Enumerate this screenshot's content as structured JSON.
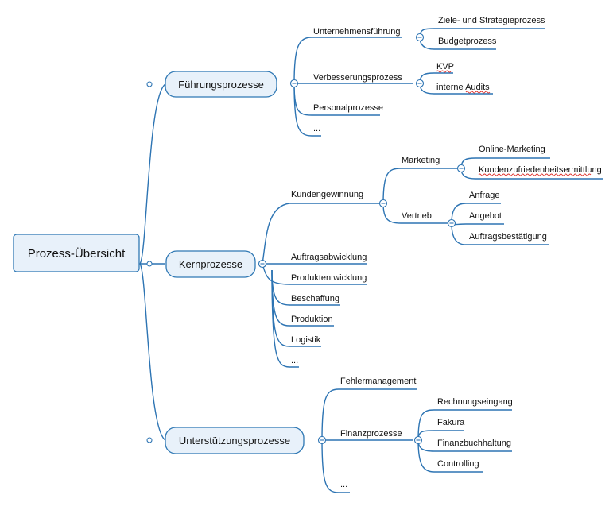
{
  "root": {
    "label": "Prozess-Übersicht"
  },
  "branches": [
    {
      "label": "Führungsprozesse",
      "children": [
        {
          "label": "Unternehmensführung",
          "children": [
            {
              "label": "Ziele- und Strategieprozess"
            },
            {
              "label": "Budgetprozess"
            }
          ]
        },
        {
          "label": "Verbesserungsprozess",
          "children": [
            {
              "label": "KVP"
            },
            {
              "label": "interne Audits"
            }
          ]
        },
        {
          "label": "Personalprozesse"
        },
        {
          "label": "..."
        }
      ]
    },
    {
      "label": "Kernprozesse",
      "children": [
        {
          "label": "Kundengewinnung",
          "children": [
            {
              "label": "Marketing",
              "children": [
                {
                  "label": "Online-Marketing"
                },
                {
                  "label": "Kundenzufriedenheitsermittlung"
                }
              ]
            },
            {
              "label": "Vertrieb",
              "children": [
                {
                  "label": "Anfrage"
                },
                {
                  "label": "Angebot"
                },
                {
                  "label": "Auftragsbestätigung"
                }
              ]
            }
          ]
        },
        {
          "label": "Auftragsabwicklung"
        },
        {
          "label": "Produktentwicklung"
        },
        {
          "label": "Beschaffung"
        },
        {
          "label": "Produktion"
        },
        {
          "label": "Logistik"
        },
        {
          "label": "..."
        }
      ]
    },
    {
      "label": "Unterstützungsprozesse",
      "children": [
        {
          "label": "Fehlermanagement"
        },
        {
          "label": "Finanzprozesse",
          "children": [
            {
              "label": "Rechnungseingang"
            },
            {
              "label": "Fakura"
            },
            {
              "label": "Finanzbuchhaltung"
            },
            {
              "label": "Controlling"
            }
          ]
        },
        {
          "label": "..."
        }
      ]
    }
  ],
  "colors": {
    "line": "#2d74b3",
    "box_fill": "#e8f1fa",
    "box_stroke": "#2f78b4",
    "spellcheck": "#e0302a"
  }
}
